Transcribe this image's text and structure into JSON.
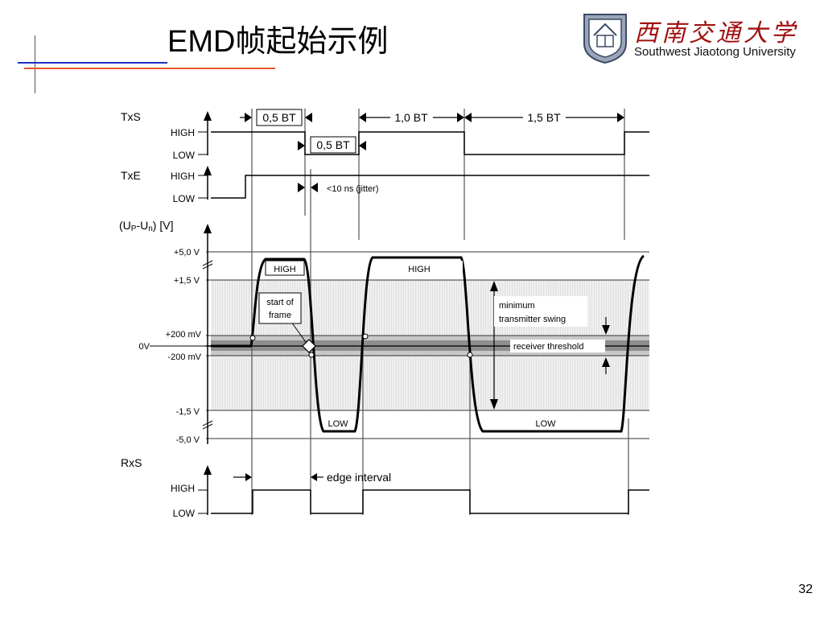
{
  "slide": {
    "title": "EMD帧起始示例",
    "page_number": "32"
  },
  "logo": {
    "name_cn": "西南交通大学",
    "name_en": "Southwest Jiaotong University"
  },
  "diagram": {
    "signals": {
      "txs": "TxS",
      "txe": "TxE",
      "diff_prefix": "(U",
      "diff_p": "P",
      "diff_mid": "-U",
      "diff_n": "n",
      "diff_suffix": ") [V]",
      "rxs": "RxS"
    },
    "levels": {
      "high": "HIGH",
      "low": "LOW"
    },
    "voltage_ticks": {
      "v_pos5": "+5,0 V",
      "v_pos15": "+1,5 V",
      "v_pos200": "+200 mV",
      "v_zero": "0V",
      "v_neg200": "-200 mV",
      "v_neg15": "-1,5 V",
      "v_neg5": "-5,0 V"
    },
    "intervals": {
      "bt_05_a": "0,5 BT",
      "bt_05_b": "0,5 BT",
      "bt_10": "1,0 BT",
      "bt_15": "1,5 BT",
      "jitter": "<10 ns (jitter)",
      "edge_interval": "edge interval"
    },
    "annotations": {
      "start_line1": "start of",
      "start_line2": "frame",
      "swing_line1": "minimum",
      "swing_line2": "transmitter swing",
      "threshold": "receiver  threshold",
      "wave_high_1": "HIGH",
      "wave_high_2": "HIGH",
      "wave_low_1": "LOW",
      "wave_low_2": "LOW"
    }
  }
}
